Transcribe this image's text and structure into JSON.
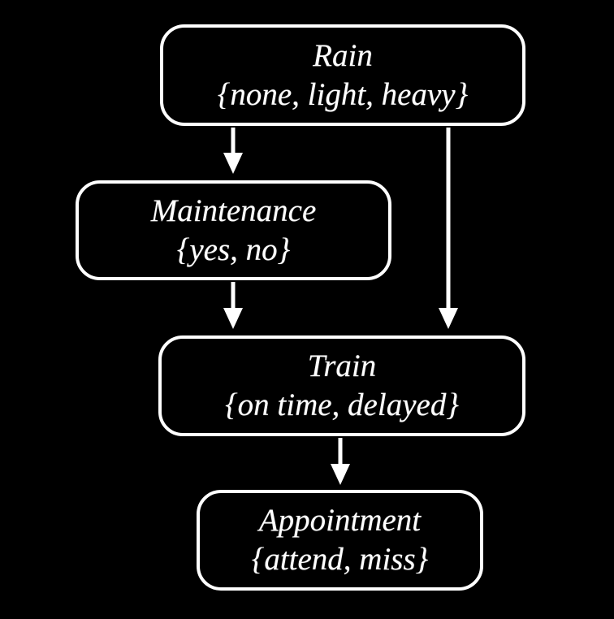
{
  "diagram": {
    "type": "bayesian-network",
    "colors": {
      "background": "#000000",
      "node_border": "#ffffff",
      "node_fill": "#000000",
      "text": "#ffffff",
      "arrow": "#ffffff"
    },
    "nodes": {
      "rain": {
        "label": "Rain",
        "domain": "{none, light, heavy}"
      },
      "maintenance": {
        "label": "Maintenance",
        "domain": "{yes, no}"
      },
      "train": {
        "label": "Train",
        "domain": "{on time, delayed}"
      },
      "appointment": {
        "label": "Appointment",
        "domain": "{attend, miss}"
      }
    },
    "edges": [
      {
        "from": "Rain",
        "to": "Maintenance"
      },
      {
        "from": "Rain",
        "to": "Train"
      },
      {
        "from": "Maintenance",
        "to": "Train"
      },
      {
        "from": "Train",
        "to": "Appointment"
      }
    ]
  }
}
